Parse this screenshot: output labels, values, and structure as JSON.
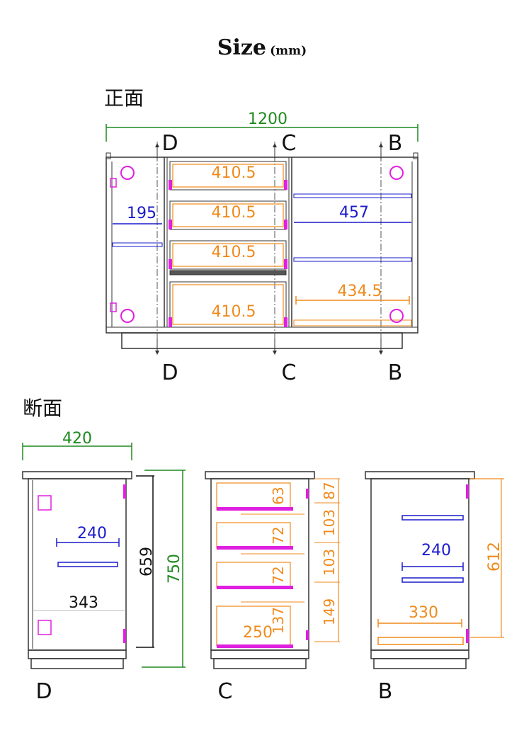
{
  "title": {
    "main": "Size",
    "unit": "(mm)"
  },
  "front": {
    "label": "正面",
    "overall_width": "1200",
    "sections": {
      "top": [
        "D",
        "C",
        "B"
      ],
      "bottom": [
        "D",
        "C",
        "B"
      ]
    },
    "drawer_width": "410.5",
    "left_shelf": "195",
    "right_shelf": "457",
    "right_bottom": "434.5"
  },
  "section": {
    "label": "断面",
    "depth": "420",
    "D": {
      "letter": "D",
      "shelf": "240",
      "inner": "343",
      "inner_height": "659",
      "total_height": "750"
    },
    "C": {
      "letter": "C",
      "d1": "63",
      "d2": "72",
      "d3": "72",
      "d4": "137",
      "depth": "250",
      "p1": "87",
      "p2": "103",
      "p3": "103",
      "p4": "149"
    },
    "B": {
      "letter": "B",
      "shelf": "240",
      "bottom": "330",
      "height": "612"
    }
  },
  "colors": {
    "orange": "#f08a1c",
    "blue": "#1a1acc",
    "green": "#1e8a1e",
    "magenta": "#e020e0",
    "line": "#333333"
  }
}
